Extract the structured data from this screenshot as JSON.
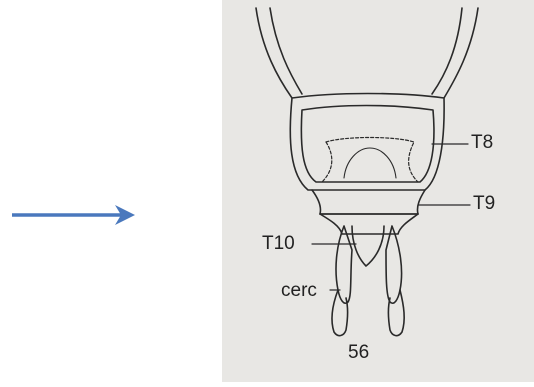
{
  "labels": {
    "t8": "T8",
    "t9": "T9",
    "t10": "T10",
    "cerc": "cerc",
    "figure_number": "56"
  },
  "colors": {
    "arrow": "#4a78bd",
    "paper": "#e8e7e4",
    "ink": "#2a2a2a"
  }
}
